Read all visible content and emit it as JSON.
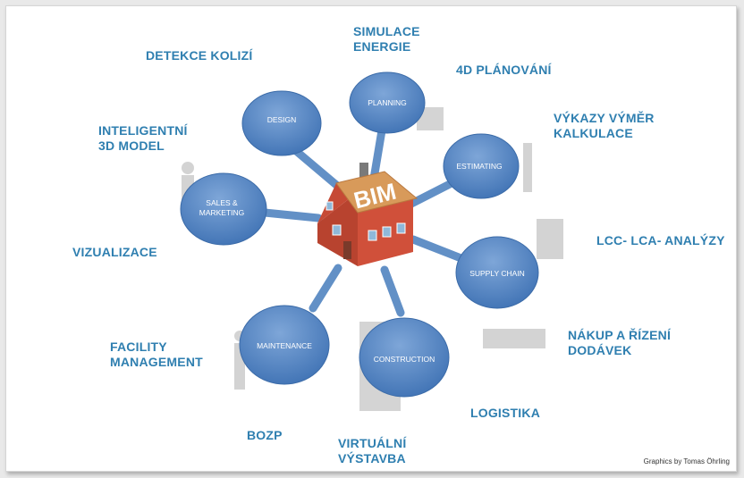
{
  "center": {
    "label": "BIM"
  },
  "nodes": [
    {
      "id": "design",
      "label": "DESIGN"
    },
    {
      "id": "planning",
      "label": "PLANNING"
    },
    {
      "id": "estimating",
      "label": "ESTIMATING"
    },
    {
      "id": "sales",
      "label_line1": "SALES &",
      "label_line2": "MARKETING"
    },
    {
      "id": "supply",
      "label": "SUPPLY CHAIN"
    },
    {
      "id": "maintenance",
      "label": "MAINTENANCE"
    },
    {
      "id": "construction",
      "label": "CONSTRUCTION"
    }
  ],
  "labels": {
    "detekce": "DETEKCE KOLIZÍ",
    "simulace1": "SIMULACE",
    "simulace2": "ENERGIE",
    "planovani": "4D PLÁNOVÁNÍ",
    "vykazy1": "VÝKAZY VÝMĚR",
    "vykazy2": "KALKULACE",
    "inteligent1": "INTELIGENTNÍ",
    "inteligent2": "3D MODEL",
    "vizualizace": "VIZUALIZACE",
    "lcc": "LCC- LCA- ANALÝZY",
    "nakup1": "NÁKUP A ŘÍZENÍ",
    "nakup2": "DODÁVEK",
    "facility1": "FACILITY",
    "facility2": "MANAGEMENT",
    "bozp": "BOZP",
    "virtual1": "VIRTUÁLNÍ",
    "virtual2": "VÝSTAVBA",
    "logistika": "LOGISTIKA"
  },
  "credit": "Graphics by Tomas Öhrling",
  "colors": {
    "label": "#2f7fb0",
    "disc": "#5b8dc8",
    "house_wall": "#c94a35",
    "roof": "#d49a5e"
  }
}
